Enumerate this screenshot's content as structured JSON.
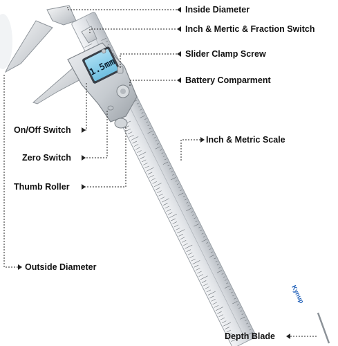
{
  "labels": {
    "inside_diameter": "Inside Diameter",
    "inch_metric_fraction_switch": "Inch & Mertic & Fraction Switch",
    "slider_clamp_screw": "Slider Clamp Screw",
    "battery_compartment": "Battery Comparment",
    "on_off_switch": "On/Off Switch",
    "inch_metric_scale": "Inch & Metric Scale",
    "zero_switch": "Zero Switch",
    "thumb_roller": "Thumb Roller",
    "outside_diameter": "Outside Diameter",
    "depth_blade": "Depth Blade"
  },
  "display": {
    "reading": "1.5mm"
  },
  "brand": {
    "logo_text": "Kynup"
  },
  "colors": {
    "leader_line": "#222222",
    "steel_light": "#eef0f2",
    "steel_mid": "#c9cdd2",
    "steel_dark": "#8c9298",
    "lcd": "#8fd0ea",
    "brand_blue": "#1f5fb8"
  }
}
